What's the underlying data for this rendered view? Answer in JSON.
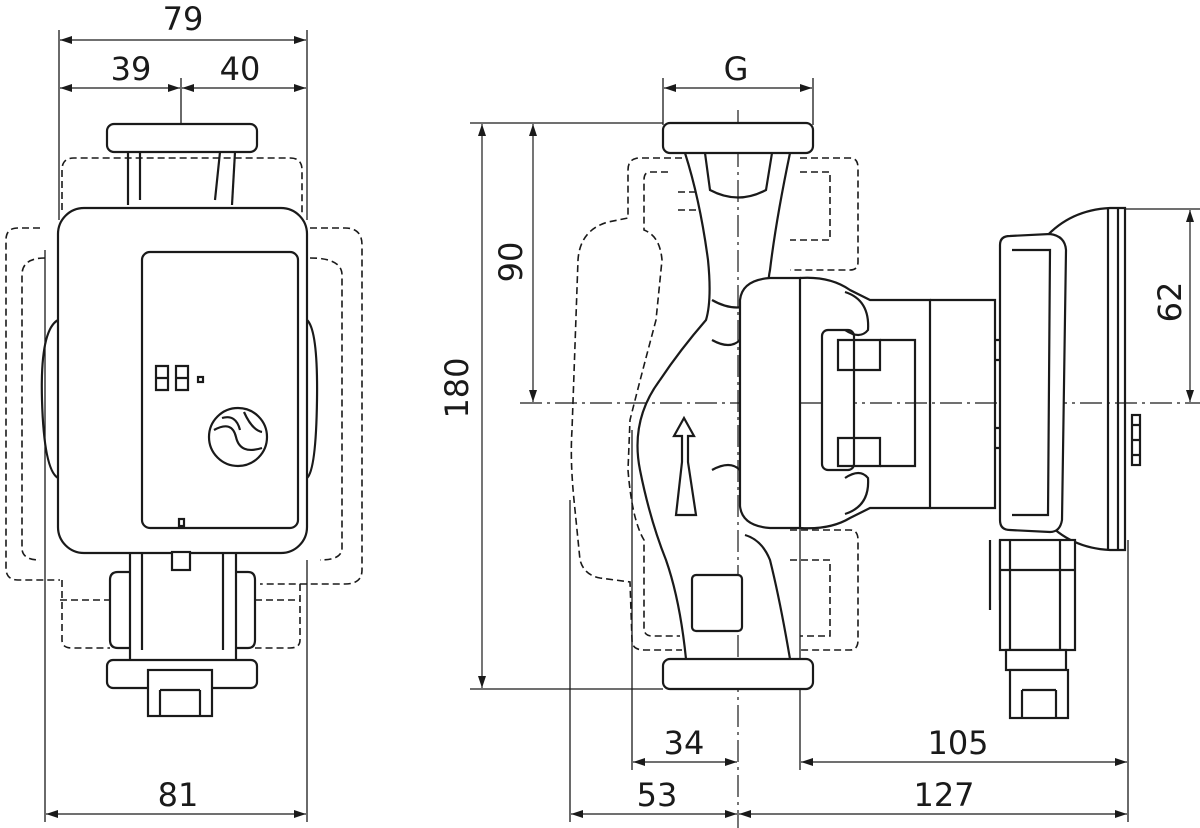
{
  "front_view": {
    "dims": {
      "overall_width_top": "79",
      "left_half": "39",
      "right_half": "40",
      "overall_width_bottom": "81"
    },
    "display_glyph": "88."
  },
  "side_view": {
    "dims": {
      "connection_size": "G",
      "overall_height": "180",
      "height_to_axis": "90",
      "motor_height_to_axis": "62",
      "axis_to_housing_edge": "34",
      "flange_face_to_motor_end": "105",
      "axis_to_outer_dashed": "53",
      "axis_to_motor_end": "127"
    }
  },
  "colors": {
    "line": "#1a1a1a",
    "background": "#ffffff"
  }
}
